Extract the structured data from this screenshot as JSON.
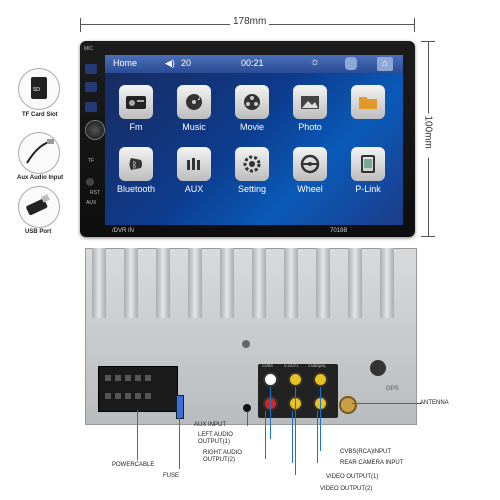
{
  "dimensions": {
    "width": "178mm",
    "height": "100mm"
  },
  "screen": {
    "statusbar": {
      "home": "Home",
      "volume": "20",
      "time": "00:21"
    },
    "apps": [
      {
        "label": "Fm",
        "icon": "radio-icon"
      },
      {
        "label": "Music",
        "icon": "music-icon"
      },
      {
        "label": "Movie",
        "icon": "movie-icon"
      },
      {
        "label": "Photo",
        "icon": "photo-icon"
      },
      {
        "label": "",
        "icon": "folder-icon"
      },
      {
        "label": "Bluetooth",
        "icon": "bluetooth-icon"
      },
      {
        "label": "AUX",
        "icon": "aux-icon"
      },
      {
        "label": "Setting",
        "icon": "gear-icon"
      },
      {
        "label": "Wheel",
        "icon": "steering-wheel-icon"
      },
      {
        "label": "P-Link",
        "icon": "phone-link-icon"
      }
    ],
    "bottom_left": "/DVR IN",
    "model": "7018B"
  },
  "front_labels": {
    "mic": "MIC",
    "rst": "RST",
    "aux": "AUX",
    "tf": "TF"
  },
  "accessories": [
    {
      "label": "TF Card Slot"
    },
    {
      "label": "Aux Audio Input"
    },
    {
      "label": "USB Port"
    }
  ],
  "back_labels": {
    "cvbs": "CVBS",
    "vout": "V-OUT1",
    "cvbs_in": "CVBS(IN)",
    "gps": "GPS"
  },
  "callouts": {
    "antenna": "ANTENNA",
    "aux_input": "AUX INPUT",
    "left_audio": "LEFT AUDIO\nOUTPUT(1)",
    "right_audio": "RIGHT AUDIO\nOUTPUT(2)",
    "cvbs_rca": "CVBS(RCA)INPUT",
    "rear_camera": "REAR CAMERA INPUT",
    "video1": "VIDEO OUTPUT(1)",
    "video2": "VIDEO OUTPUT(2)",
    "fuse": "FUSE",
    "powercable": "POWERCABLE"
  }
}
